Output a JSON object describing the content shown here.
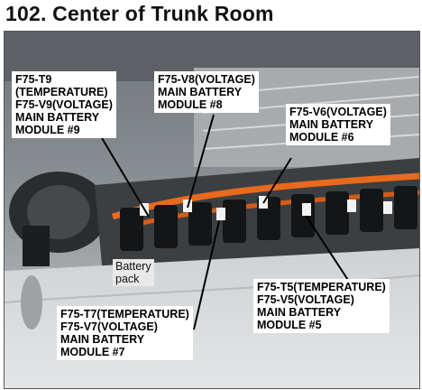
{
  "title": "102. Center of Trunk Room",
  "callouts": {
    "module9": "F75-T9\n(TEMPERATURE)\nF75-V9(VOLTAGE)\nMAIN BATTERY\nMODULE #9",
    "module8": "F75-V8(VOLTAGE)\nMAIN BATTERY\nMODULE #8",
    "module6": "F75-V6(VOLTAGE)\nMAIN BATTERY\nMODULE #6",
    "module7": "F75-T7(TEMPERATURE)\nF75-V7(VOLTAGE)\nMAIN BATTERY\nMODULE #7",
    "module5": "F75-T5(TEMPERATURE)\nF75-V5(VOLTAGE)\nMAIN BATTERY\nMODULE #5"
  },
  "pack_label": "Battery\npack"
}
